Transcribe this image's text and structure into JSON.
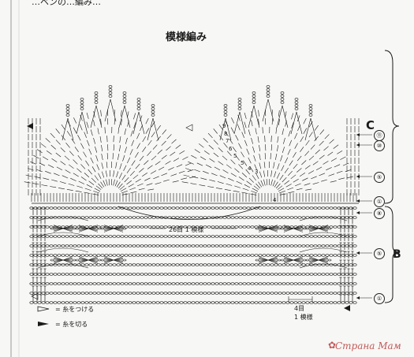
{
  "page": {
    "top_text": "…ベンの…編み…",
    "title": "模様編み",
    "section_c": "C",
    "section_b": "B",
    "row_numbers_c": [
      "⑪",
      "⑩",
      "⑤",
      "①"
    ],
    "row_numbers_b": [
      "⑧",
      "⑤",
      "①"
    ],
    "center_rows": [
      "4",
      "3",
      "5",
      "4",
      "5",
      "6",
      "7",
      "8",
      "9"
    ],
    "repeat_26": "26目 1 模様",
    "repeat_4_count": "4目",
    "repeat_4_label": "1 模様",
    "legend_attach": "= 糸をつける",
    "legend_cut": "= 糸を切る",
    "watermark": "Страна Мам",
    "colors": {
      "ink": "#1a1a1a",
      "paper": "#f7f7f5",
      "watermark": "#c25a5a"
    }
  }
}
